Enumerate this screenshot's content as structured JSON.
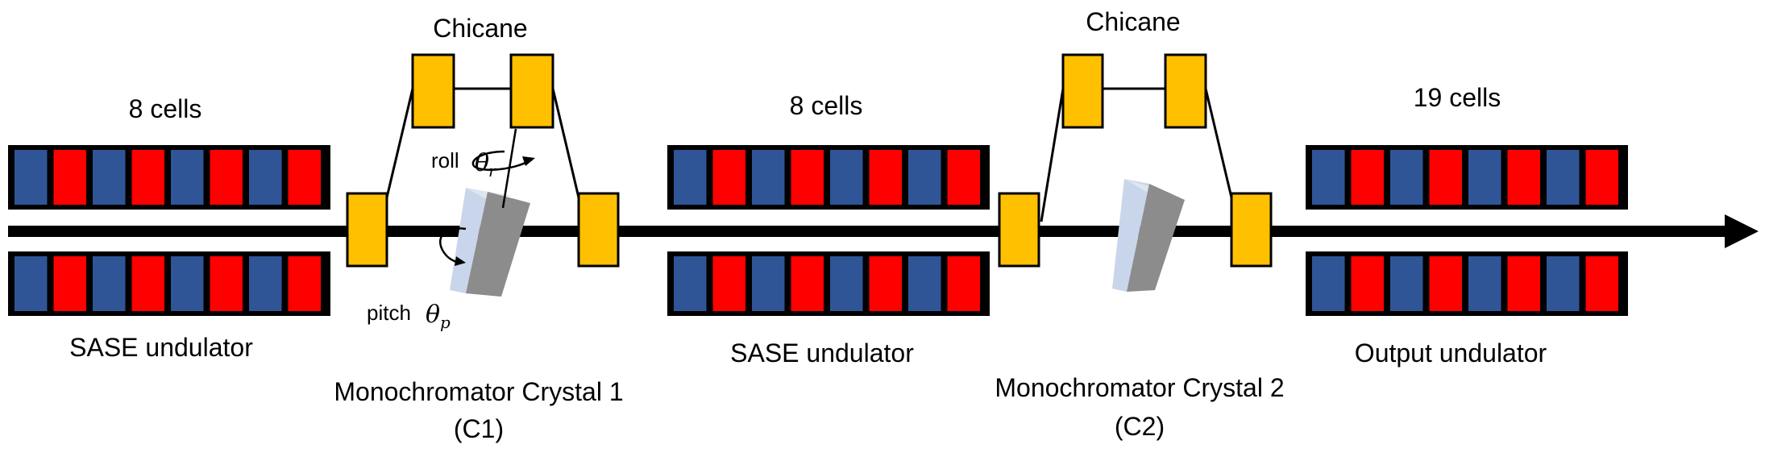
{
  "colors": {
    "magnet_blue": "#2f5597",
    "magnet_red": "#ff0000",
    "chicane_yellow": "#ffc000",
    "outline": "#000000",
    "crystal_front": "#8c8c8c",
    "crystal_side": "#c9d5ea"
  },
  "undulators": [
    {
      "cells_label": "8 cells",
      "name": "SASE undulator"
    },
    {
      "cells_label": "8 cells",
      "name": "SASE undulator"
    },
    {
      "cells_label": "19 cells",
      "name": "Output undulator"
    }
  ],
  "chicanes": [
    {
      "label": "Chicane"
    },
    {
      "label": "Chicane"
    }
  ],
  "crystals": [
    {
      "name_line1": "Monochromator Crystal 1",
      "name_line2": "(C1)"
    },
    {
      "name_line1": "Monochromator Crystal 2",
      "name_line2": "(C2)"
    }
  ],
  "rotations": {
    "roll_word": "roll",
    "roll_symbol": "θ",
    "roll_subscript": "r",
    "pitch_word": "pitch",
    "pitch_symbol": "θ",
    "pitch_subscript": "p"
  }
}
